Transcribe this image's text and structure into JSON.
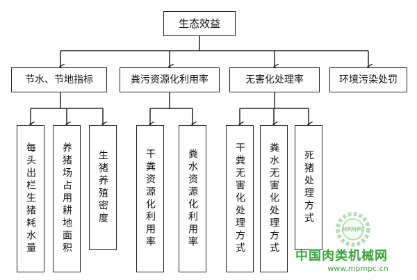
{
  "root": {
    "label": "生态效益"
  },
  "categories": [
    {
      "label": "节水、节地指标",
      "children": [
        "每头出栏生猪耗水量",
        "养猪场占用耕地面积",
        "生猪养殖密度"
      ]
    },
    {
      "label": "粪污资源化利用率",
      "children": [
        "干粪资源化利用率",
        "粪水资源化利用率"
      ]
    },
    {
      "label": "无害化处理率",
      "children": [
        "干粪无害化处理方式",
        "粪水无害化处理方式",
        "死猪处理方式"
      ]
    },
    {
      "label": "环境污染处罚",
      "children": []
    }
  ],
  "watermark": {
    "name": "中国肉类机械网",
    "url": "www.mpmpc.cn",
    "logo_text": "MPMPC"
  },
  "colors": {
    "line": "#222222",
    "watermark": "#3aa33a"
  }
}
